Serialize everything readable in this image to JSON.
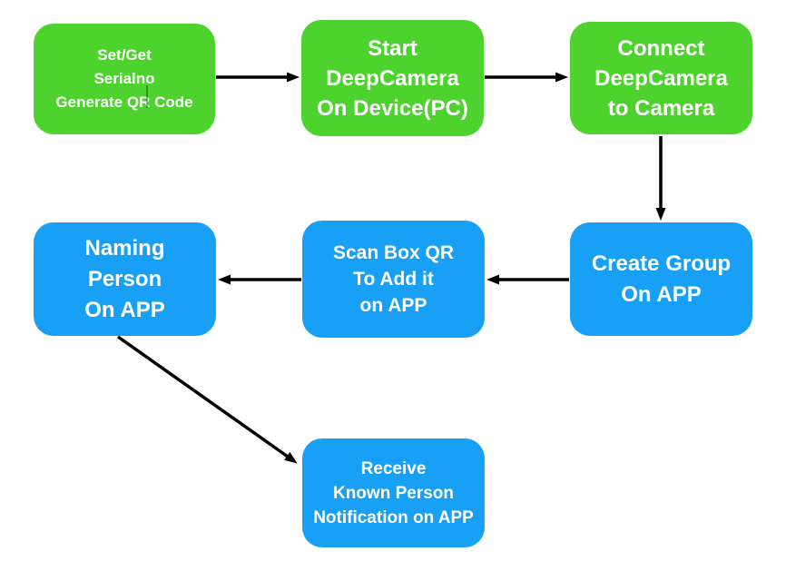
{
  "diagram": {
    "title": "DeepCamera setup flowchart",
    "colors": {
      "node_green": "#4ED32E",
      "node_blue": "#17A0F5",
      "arrow": "#000000",
      "text": "#ffffff",
      "background": "#ffffff"
    },
    "nodes": [
      {
        "id": "set-get-serialno",
        "color": "green",
        "lines": [
          "Set/Get",
          "Serialno",
          "Generate QR Code"
        ]
      },
      {
        "id": "start-deepcamera",
        "color": "green",
        "lines": [
          "Start",
          "DeepCamera",
          "On Device(PC)"
        ]
      },
      {
        "id": "connect-deepcamera",
        "color": "green",
        "lines": [
          "Connect",
          "DeepCamera",
          "to Camera"
        ]
      },
      {
        "id": "naming-person",
        "color": "blue",
        "lines": [
          "Naming",
          "Person",
          "On APP"
        ]
      },
      {
        "id": "scan-box-qr",
        "color": "blue",
        "lines": [
          "Scan Box QR",
          "To Add it",
          "on APP"
        ]
      },
      {
        "id": "create-group",
        "color": "blue",
        "lines": [
          "Create Group",
          "On APP"
        ]
      },
      {
        "id": "receive-notification",
        "color": "blue",
        "lines": [
          "Receive",
          "Known Person",
          "Notification on APP"
        ]
      }
    ],
    "edges": [
      {
        "from": "set-get-serialno",
        "to": "start-deepcamera",
        "direction": "right"
      },
      {
        "from": "start-deepcamera",
        "to": "connect-deepcamera",
        "direction": "right"
      },
      {
        "from": "connect-deepcamera",
        "to": "create-group",
        "direction": "down"
      },
      {
        "from": "create-group",
        "to": "scan-box-qr",
        "direction": "left"
      },
      {
        "from": "scan-box-qr",
        "to": "naming-person",
        "direction": "left"
      },
      {
        "from": "naming-person",
        "to": "receive-notification",
        "direction": "down-right-diagonal"
      }
    ]
  }
}
